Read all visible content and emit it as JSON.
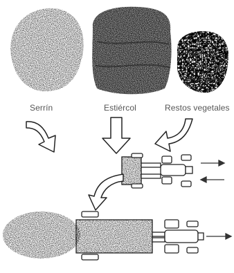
{
  "labels": {
    "serrin": "Serrín",
    "estiercol": "Estiércol",
    "restos": "Restos vegetales"
  }
}
